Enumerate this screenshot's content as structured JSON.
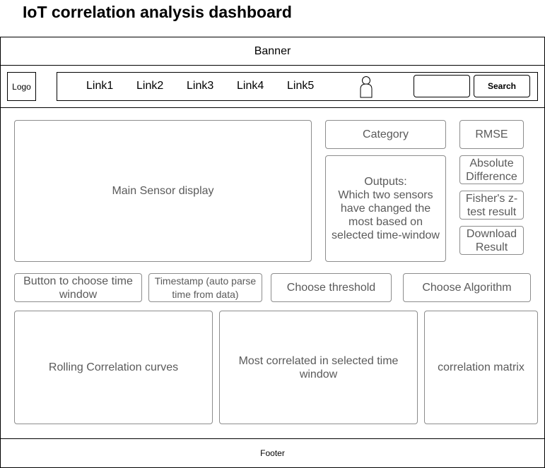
{
  "title": "IoT correlation analysis dashboard",
  "banner": "Banner",
  "nav": {
    "logo": "Logo",
    "links": [
      "Link1",
      "Link2",
      "Link3",
      "Link4",
      "Link5"
    ],
    "search_button": "Search",
    "search_value": ""
  },
  "main": {
    "main_display": "Main Sensor display",
    "category": "Category",
    "rmse": "RMSE",
    "outputs": "Outputs:\nWhich two sensors have changed the most based on selected time-window",
    "absolute_difference": "Absolute Difference",
    "fisher_z": "Fisher's z-test result",
    "download": "Download Result",
    "time_window_button": "Button to choose time window",
    "timestamp": "Timestamp (auto parse time from data)",
    "threshold": "Choose threshold",
    "algorithm": "Choose Algorithm",
    "rolling": "Rolling Correlation curves",
    "most_correlated": "Most correlated in selected time window",
    "matrix": "correlation matrix"
  },
  "footer": "Footer"
}
